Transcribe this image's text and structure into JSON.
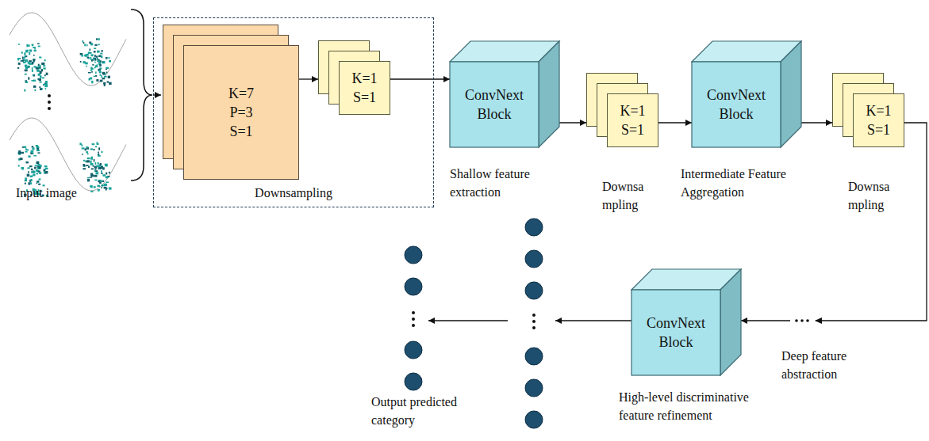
{
  "diagram": {
    "nodes": [
      {
        "text": [
          "Downsampling"
        ]
      },
      {
        "text": [
          "K=7 P=3 S=1"
        ],
        "in": 0
      },
      {
        "text": [
          "K=1 S=1"
        ],
        "in": 0
      },
      {
        "text": [
          "ConvNext Block",
          "Shallow feature extraction"
        ]
      },
      {
        "text": [
          "K=1 S=1",
          "Downsa mpling"
        ]
      },
      {
        "text": [
          "ConvNext Block",
          "Intermediate Feature Aggregation"
        ]
      },
      {
        "text": [
          "K=1 S=1",
          "Downsa mpling"
        ]
      },
      {
        "text": [
          "ConvNext Block",
          "High-level discriminative feature refinement"
        ]
      }
    ],
    "edges": [
      {
        "from": 1,
        "to": 2,
        "arrow": "to"
      },
      {
        "from": 2,
        "to": 3,
        "arrow": "to"
      },
      {
        "from": 3,
        "to": 4,
        "arrow": "to"
      },
      {
        "from": 4,
        "to": 5,
        "arrow": "to"
      },
      {
        "from": 5,
        "to": 6,
        "arrow": "to"
      },
      {
        "from": 6,
        "to": 7,
        "arrow": "to"
      }
    ],
    "labels": [
      "Input image",
      "Deep feature abstraction",
      "Output predicted category"
    ]
  }
}
